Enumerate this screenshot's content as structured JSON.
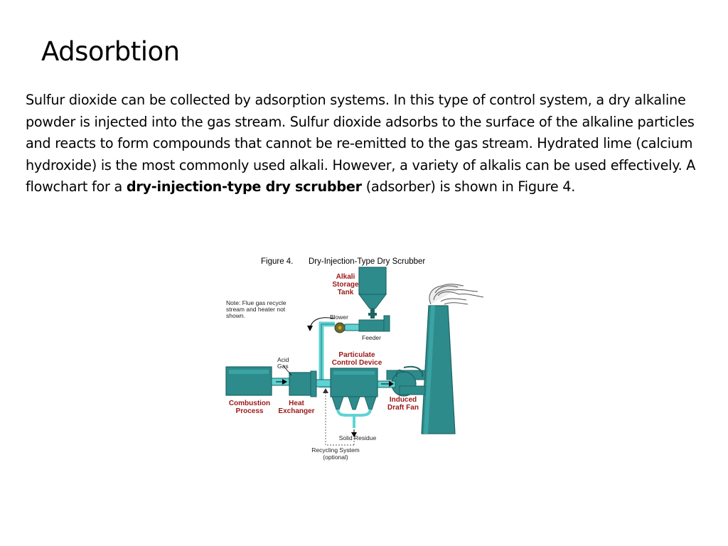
{
  "slide": {
    "title": "Adsorbtion",
    "body_before": "Sulfur dioxide can be collected by adsorption systems. In this type of control system, a dry alkaline powder is injected into the gas stream. Sulfur dioxide adsorbs to the surface of the alkaline particles and reacts to form compounds that cannot be re-emitted to the gas stream. Hydrated lime (calcium hydroxide) is the most commonly used alkali. However, a variety of alkalis can be used effectively. A flowchart for a ",
    "body_bold": "dry-injection-type dry scrubber",
    "body_after": " (adsorber) is shown in Figure 4."
  },
  "figure": {
    "caption_number": "Figure 4.",
    "caption_title": "Dry-Injection-Type Dry Scrubber",
    "labels": {
      "alkali_1": "Alkali",
      "alkali_2": "Storage",
      "alkali_3": "Tank",
      "note_1": "Note: Flue gas recycle",
      "note_2": "stream and heater not",
      "note_3": "shown.",
      "blower": "Blower",
      "feeder": "Feeder",
      "acid_1": "Acid",
      "acid_2": "Gas",
      "pcd_1": "Particulate",
      "pcd_2": "Control Device",
      "combustion_1": "Combustion",
      "combustion_2": "Process",
      "heat_1": "Heat",
      "heat_2": "Exchanger",
      "fan_1": "Induced",
      "fan_2": "Draft Fan",
      "solid_residue": "Solid Residue",
      "recycling_1": "Recycling System",
      "recycling_2": "(optional)"
    },
    "colors": {
      "equipment": "#2e8b8b",
      "equipment_dark": "#1d6363",
      "duct": "#5fd3d3",
      "label_red": "#9b1717"
    }
  }
}
